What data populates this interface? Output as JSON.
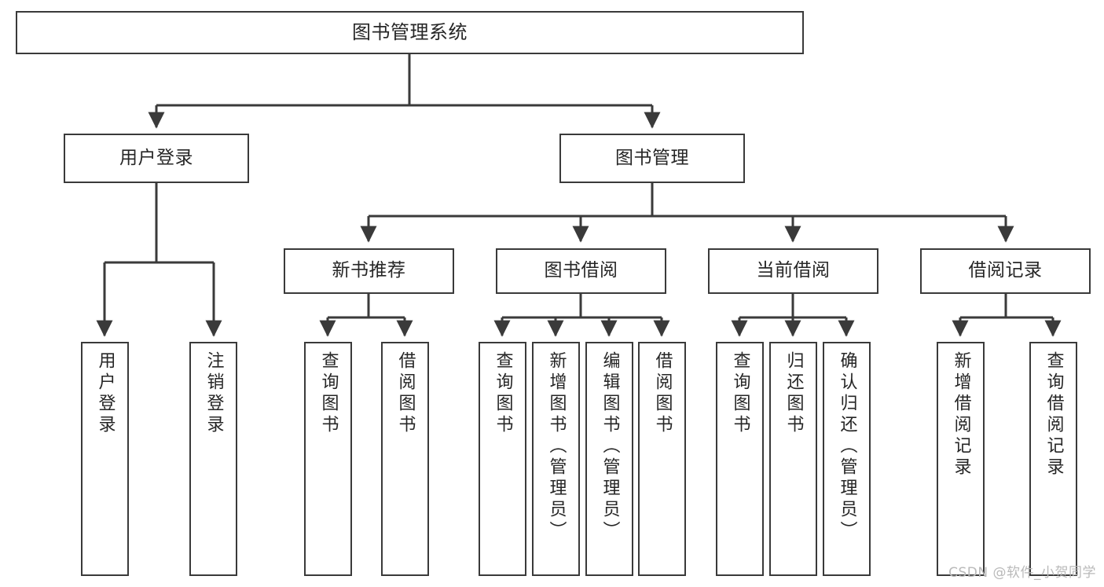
{
  "diagram": {
    "title": "图书管理系统",
    "type": "tree",
    "stroke_color": "#3a3a3a",
    "background_color": "#ffffff",
    "text_color": "#262626"
  },
  "root": {
    "label": "图书管理系统"
  },
  "level2": [
    {
      "label": "用户登录"
    },
    {
      "label": "图书管理"
    }
  ],
  "level3": [
    {
      "label": "新书推荐"
    },
    {
      "label": "图书借阅"
    },
    {
      "label": "当前借阅"
    },
    {
      "label": "借阅记录"
    }
  ],
  "leaves": {
    "user_login": [
      {
        "label": "用户登录"
      },
      {
        "label": "注销登录"
      }
    ],
    "new_book": [
      {
        "label": "查询图书"
      },
      {
        "label": "借阅图书"
      }
    ],
    "book_borrow": [
      {
        "label": "查询图书"
      },
      {
        "label": "新增图书（管理员）"
      },
      {
        "label": "编辑图书（管理员）"
      },
      {
        "label": "借阅图书"
      }
    ],
    "current_borrow": [
      {
        "label": "查询图书"
      },
      {
        "label": "归还图书"
      },
      {
        "label": "确认归还（管理员）"
      }
    ],
    "borrow_record": [
      {
        "label": "新增借阅记录"
      },
      {
        "label": "查询借阅记录"
      }
    ]
  },
  "watermark": {
    "text": "CSDN @软件_小贺同学"
  }
}
